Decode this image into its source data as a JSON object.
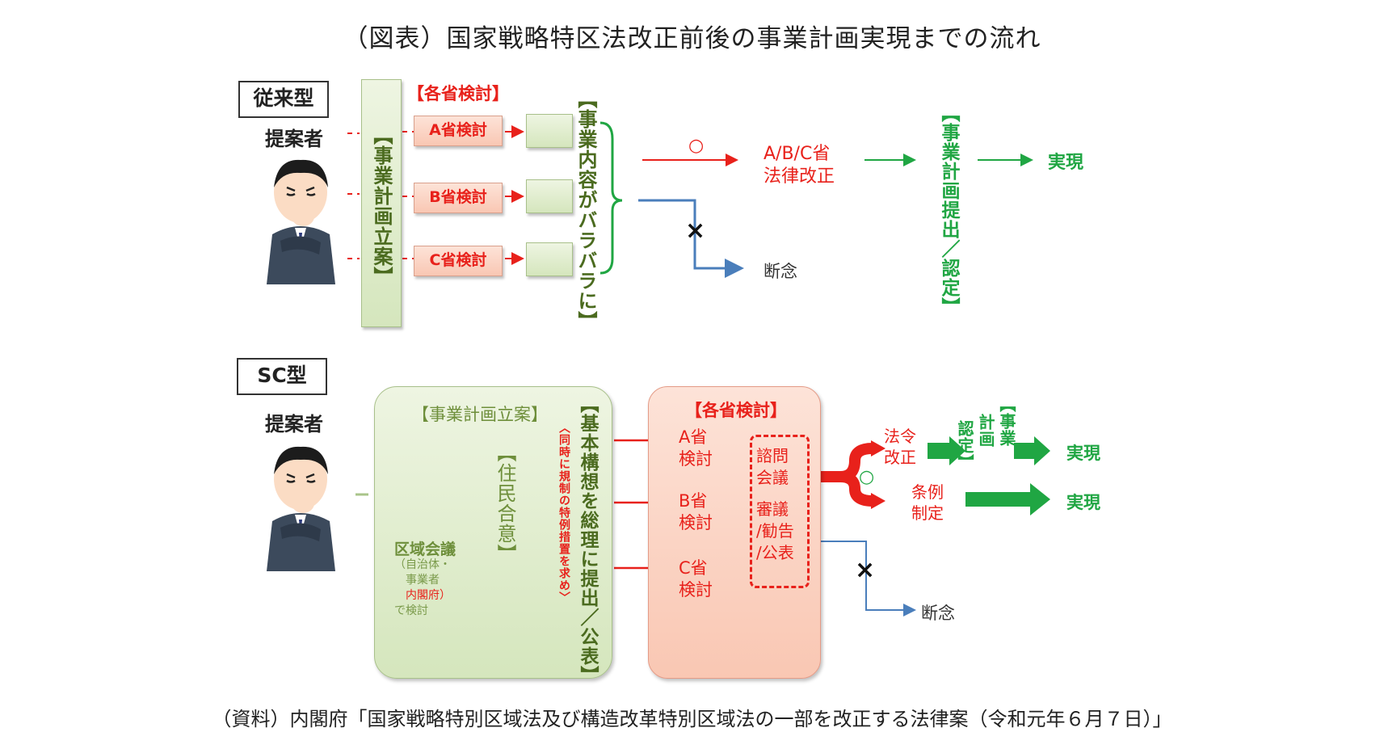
{
  "title": "（図表）国家戦略特区法改正前後の事業計画実現までの流れ",
  "source": "（資料）内閣府「国家戦略特別区域法及び構造改革特別区域法の一部を改正する法律案（令和元年６月７日）」",
  "traditional": {
    "type_label": "従来型",
    "proposer": "提案者",
    "plan_drafting": "【事業計画立案】",
    "ministry_review_header": "【各省検討】",
    "reviews": [
      "A省検討",
      "B省検討",
      "C省検討"
    ],
    "scattered": "【事業内容がバラバラに】",
    "circle": "○",
    "law_revision": [
      "A/B/C省",
      "法律改正"
    ],
    "submit_approve": "【事業計画提出／認定】",
    "realization": "実現",
    "cross": "×",
    "abandon": "断念"
  },
  "sc": {
    "type_label": "SC型",
    "proposer": "提案者",
    "plan_drafting_header": "【事業計画立案】",
    "resident_consensus": "【住民合意】",
    "regional_council": "区域会議",
    "regional_note": [
      "（自治体・",
      "事業者",
      "内閣府）",
      "で検討"
    ],
    "basic_concept": "【基本構想を総理に提出／公表】",
    "special_measures": "〈同時に規制の特例措置を求め〉",
    "ministry_review_header": "【各省検討】",
    "reviews": [
      [
        "A省",
        "検討"
      ],
      [
        "B省",
        "検討"
      ],
      [
        "C省",
        "検討"
      ]
    ],
    "deliberation": [
      "諮問",
      "会議",
      "審議",
      "/勧告",
      "/公表"
    ],
    "law_revision": [
      "法令",
      "改正"
    ],
    "ordinance": [
      "条例",
      "制定"
    ],
    "circle": "○",
    "approve_col1": "【事業",
    "approve_col2": "計画",
    "approve_col3": "認定】",
    "realization": "実現",
    "cross": "×",
    "abandon": "断念"
  },
  "colors": {
    "red": "#e8211b",
    "green": "#20a643",
    "blue": "#4a7ebb",
    "olive": "#4b6b1f"
  }
}
